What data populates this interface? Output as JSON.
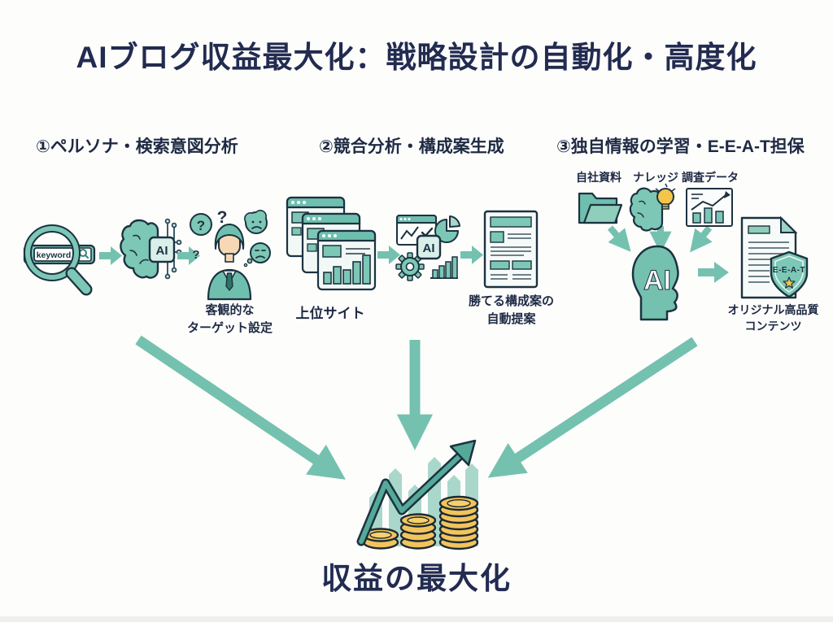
{
  "title": "AIブログ収益最大化：戦略設計の自動化・高度化",
  "palette": {
    "teal_arrow": "#74c1af",
    "teal_fill": "#7cc7b5",
    "teal_pale": "#a9d8cb",
    "navy_text": "#222b50",
    "outline": "#1c3240",
    "coin_gold": "#f2c45c"
  },
  "sections": {
    "persona": {
      "heading": "①ペルソナ・検索意図分析",
      "search_text": "keyword",
      "ai_chip": "AI",
      "question_mark": "?",
      "caption": "客観的な\nターゲット設定"
    },
    "competitor": {
      "heading": "②競合分析・構成案生成",
      "source_caption": "上位サイト",
      "ai_chip": "AI",
      "caption": "勝てる構成案の\n自動提案"
    },
    "original": {
      "heading": "③独自情報の学習・E-E-A-T担保",
      "inputs": [
        {
          "label": "自社資料"
        },
        {
          "label": "ナレッジ"
        },
        {
          "label": "調査データ"
        }
      ],
      "ai_head": "AI",
      "shield_badge": "E-E-A-T",
      "caption": "オリジナル高品質\nコンテンツ"
    }
  },
  "outcome": {
    "label": "収益の最大化"
  }
}
